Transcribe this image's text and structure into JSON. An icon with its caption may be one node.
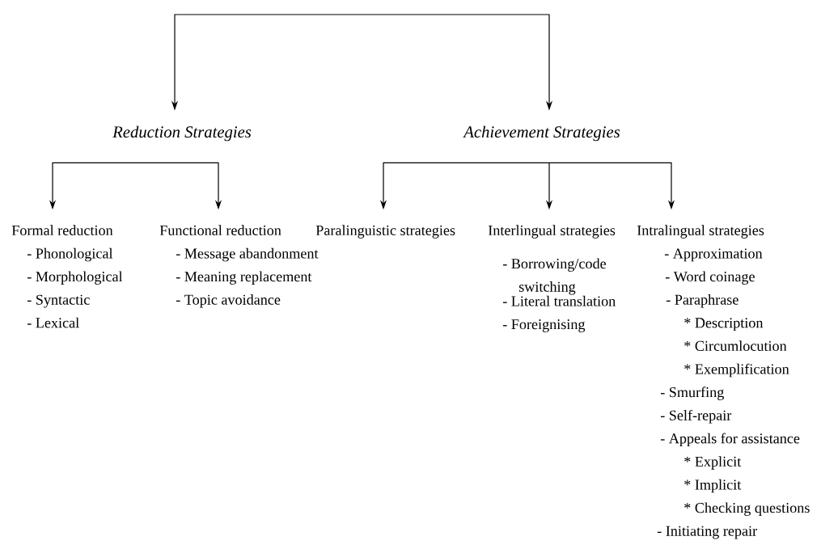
{
  "diagram": {
    "nodes": [
      {
        "text": [
          "Reduction Strategies"
        ]
      },
      {
        "text": [
          "Achievement Strategies"
        ]
      },
      {
        "text": [
          "Formal reduction",
          "- Phonological",
          "- Morphological",
          "- Syntactic",
          "- Lexical"
        ]
      },
      {
        "text": [
          "Functional reduction",
          "- Message abandonment",
          "- Meaning replacement",
          "- Topic avoidance"
        ]
      },
      {
        "text": [
          "Paralinguistic strategies"
        ]
      },
      {
        "text": [
          "Interlingual strategies",
          "- Borrowing/code switching",
          "- Literal translation",
          "- Foreignising"
        ]
      },
      {
        "text": [
          "Intralingual strategies",
          "- Approximation",
          "- Word coinage",
          "- Paraphrase",
          "* Description",
          "* Circumlocution",
          "* Exemplification",
          "- Smurfing",
          "- Self-repair",
          "- Appeals for assistance",
          "* Explicit",
          "* Implicit",
          "* Checking questions",
          "- Initiating repair"
        ]
      }
    ],
    "edges": [
      {
        "from": null,
        "to": 0,
        "arrow": "to"
      },
      {
        "from": null,
        "to": 1,
        "arrow": "to"
      },
      {
        "from": 0,
        "to": 2,
        "arrow": "to"
      },
      {
        "from": 0,
        "to": 3,
        "arrow": "to"
      },
      {
        "from": 1,
        "to": 4,
        "arrow": "to"
      },
      {
        "from": 1,
        "to": 5,
        "arrow": "to"
      },
      {
        "from": 1,
        "to": 6,
        "arrow": "to"
      }
    ]
  }
}
